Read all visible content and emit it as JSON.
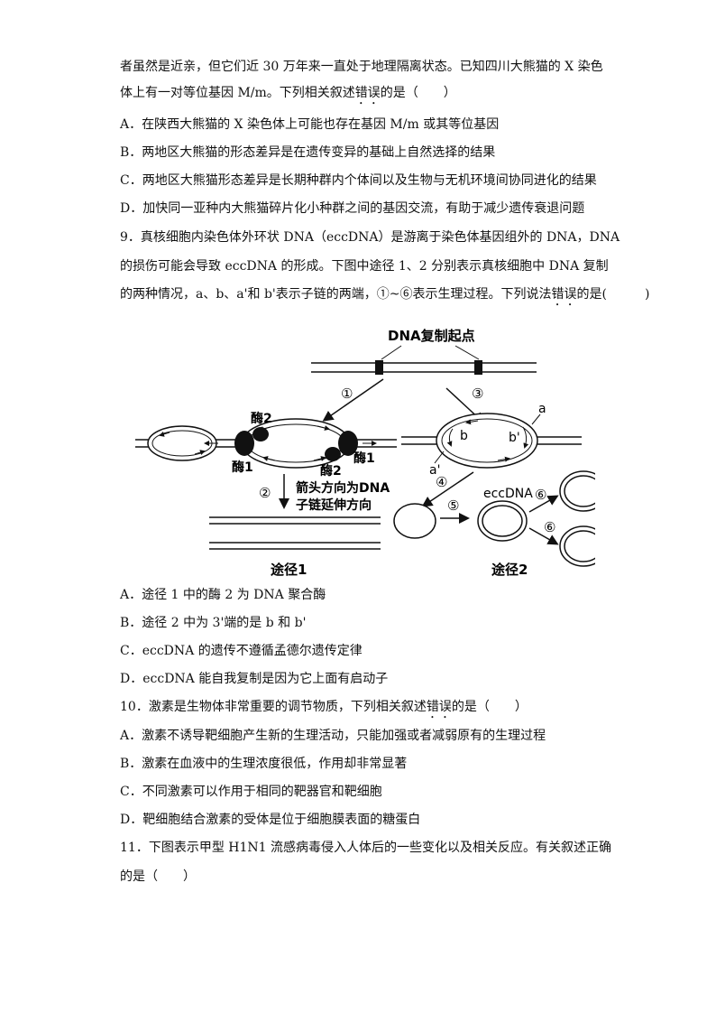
{
  "q8": {
    "line1": "者虽然是近亲，但它们近 30 万年来一直处于地理隔离状态。已知四川大熊猫的 X 染色",
    "line2_pre": "体上有一对等位基因 M/m。下列相关叙述",
    "line2_emph": "错误",
    "line2_post": "的是（　　）",
    "opt_a": "A．在陕西大熊猫的 X 染色体上可能也存在基因 M/m 或其等位基因",
    "opt_b": "B．两地区大熊猫的形态差异是在遗传变异的基础上自然选择的结果",
    "opt_c": "C．两地区大熊猫形态差异是长期种群内个体间以及生物与无机环境间协同进化的结果",
    "opt_d": "D．加快同一亚种内大熊猫碎片化小种群之间的基因交流，有助于减少遗传衰退问题"
  },
  "q9": {
    "line1": "9．真核细胞内染色体外环状 DNA（eccDNA）是游离于染色体基因组外的 DNA，DNA",
    "line2": "的损伤可能会导致 eccDNA 的形成。下图中途径 1、2  分别表示真核细胞中 DNA 复制",
    "line3_pre": "的两种情况，a、b、a'和 b'表示子链的两端，①~⑥表示生理过程。下列说法",
    "line3_emph": "错误",
    "line3_post": "的是(　　　)",
    "opt_a": "A．途径 1 中的酶 2 为 DNA 聚合酶",
    "opt_b": "B．途径 2 中为 3'端的是 b 和  b'",
    "opt_c": "C．eccDNA 的遗传不遵循孟德尔遗传定律",
    "opt_d": "D．eccDNA 能自我复制是因为它上面有启动子"
  },
  "figure": {
    "origin_label": "DNA复制起点",
    "step1": "①",
    "step2": "②",
    "step3": "③",
    "step4": "④",
    "step5": "⑤",
    "step6a": "⑥",
    "step6b": "⑥",
    "enzyme1_left": "酶1",
    "enzyme2_top": "酶2",
    "enzyme1_right": "酶1",
    "enzyme2_bottom": "酶2",
    "arrow_note_1": "箭头方向为DNA",
    "arrow_note_2": "子链延伸方向",
    "label_a": "a",
    "label_b": "b",
    "label_b_prime": "b'",
    "label_a_prime": "a'",
    "ecc_label": "eccDNA",
    "pathway1": "途径1",
    "pathway2": "途径2"
  },
  "q10": {
    "stem_pre": "10．激素是生物体非常重要的调节物质，下列相关叙述",
    "stem_emph": "错误",
    "stem_post": "的是（　　）",
    "opt_a": "A．激素不诱导靶细胞产生新的生理活动，只能加强或者减弱原有的生理过程",
    "opt_b": "B．激素在血液中的生理浓度很低，作用却非常显著",
    "opt_c": "C．不同激素可以作用于相同的靶器官和靶细胞",
    "opt_d": "D．靶细胞结合激素的受体是位于细胞膜表面的糖蛋白"
  },
  "q11": {
    "line1": "11．下图表示甲型 H1N1 流感病毒侵入人体后的一些变化以及相关反应。有关叙述正确",
    "line2": "的是（　　）"
  }
}
